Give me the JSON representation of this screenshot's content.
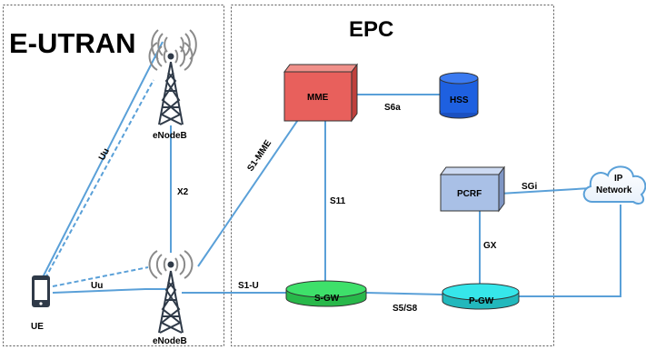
{
  "regions": {
    "eutran_title": "E-UTRAN",
    "epc_title": "EPC"
  },
  "nodes": {
    "mme": "MME",
    "hss": "HSS",
    "pcrf": "PCRF",
    "sgw": "S-GW",
    "pgw": "P-GW",
    "ip_network_line1": "IP",
    "ip_network_line2": "Network",
    "enodeb_top": "eNodeB",
    "enodeb_bottom": "eNodeB",
    "ue": "UE"
  },
  "interfaces": {
    "uu_top": "Uu",
    "uu_bottom": "Uu",
    "x2": "X2",
    "s1_mme": "S1-MME",
    "s1_u": "S1-U",
    "s6a": "S6a",
    "s11": "S11",
    "sgi": "SGi",
    "gx": "GX",
    "s5_s8": "S5/S8"
  },
  "colors": {
    "link": "#5aa0d8",
    "mme": "#e8605c",
    "hss": "#1e60e0",
    "pcrf": "#a9c0e6",
    "sgw": "#3ee06a",
    "pgw": "#36e6ea"
  }
}
